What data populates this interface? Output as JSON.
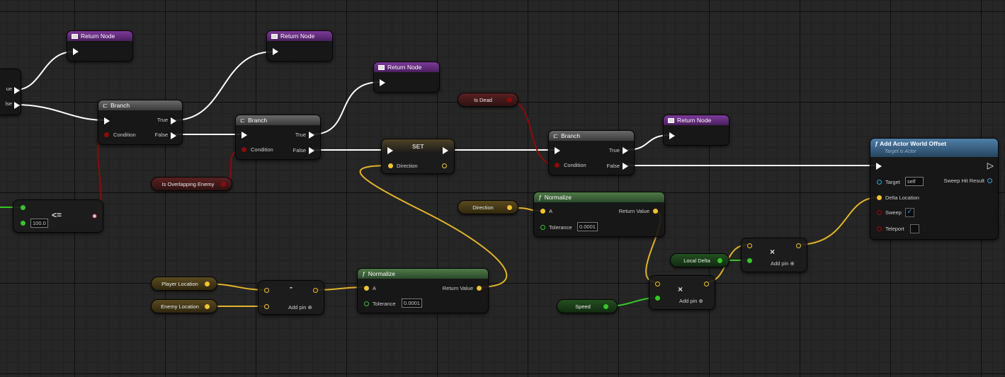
{
  "colors": {
    "exec": "#ffffff",
    "bool": "#8c0b0b",
    "vector": "#f2c230",
    "float": "#37c52a",
    "object": "#36a2e0"
  },
  "return_nodes": [
    {
      "title": "Return Node"
    },
    {
      "title": "Return Node"
    },
    {
      "title": "Return Node"
    },
    {
      "title": "Return Node"
    }
  ],
  "branch_nodes": [
    {
      "title": "Branch",
      "true_label": "True",
      "false_label": "False",
      "condition_label": "Condition"
    },
    {
      "title": "Branch",
      "true_label": "True",
      "false_label": "False",
      "condition_label": "Condition"
    },
    {
      "title": "Branch",
      "true_label": "True",
      "false_label": "False",
      "condition_label": "Condition"
    }
  ],
  "partial_branch": {
    "true_label": "ue",
    "false_label": "lse"
  },
  "compare_node": {
    "symbol": "<=",
    "value": "100.0"
  },
  "variables": {
    "is_overlapping_enemy": "Is Overlapping Enemy",
    "is_dead": "Is Dead",
    "direction": "Direction",
    "player_location": "Player Location",
    "enemy_location": "Enemy Location",
    "local_delta": "Local Delta",
    "speed": "Speed"
  },
  "set_node": {
    "title": "SET",
    "pin_label": "Direction"
  },
  "normalize_nodes": [
    {
      "title": "Normalize",
      "a_label": "A",
      "return_label": "Return Value",
      "tolerance_label": "Tolerance",
      "tolerance_value": "0.0001"
    },
    {
      "title": "Normalize",
      "a_label": "A",
      "return_label": "Return Value",
      "tolerance_label": "Tolerance",
      "tolerance_value": "0.0001"
    }
  ],
  "math_nodes": {
    "subtract_symbol": "-",
    "multiply_symbol": "×",
    "add_symbol": "×",
    "add_pin_label": "Add pin"
  },
  "offset_node": {
    "title": "Add Actor World Offset",
    "subtitle": "Target is Actor",
    "target_label": "Target",
    "target_value": "self",
    "sweep_hit_label": "Sweep Hit Result",
    "delta_label": "Delta Location",
    "sweep_label": "Sweep",
    "sweep_checked": true,
    "teleport_label": "Teleport",
    "teleport_checked": false
  }
}
